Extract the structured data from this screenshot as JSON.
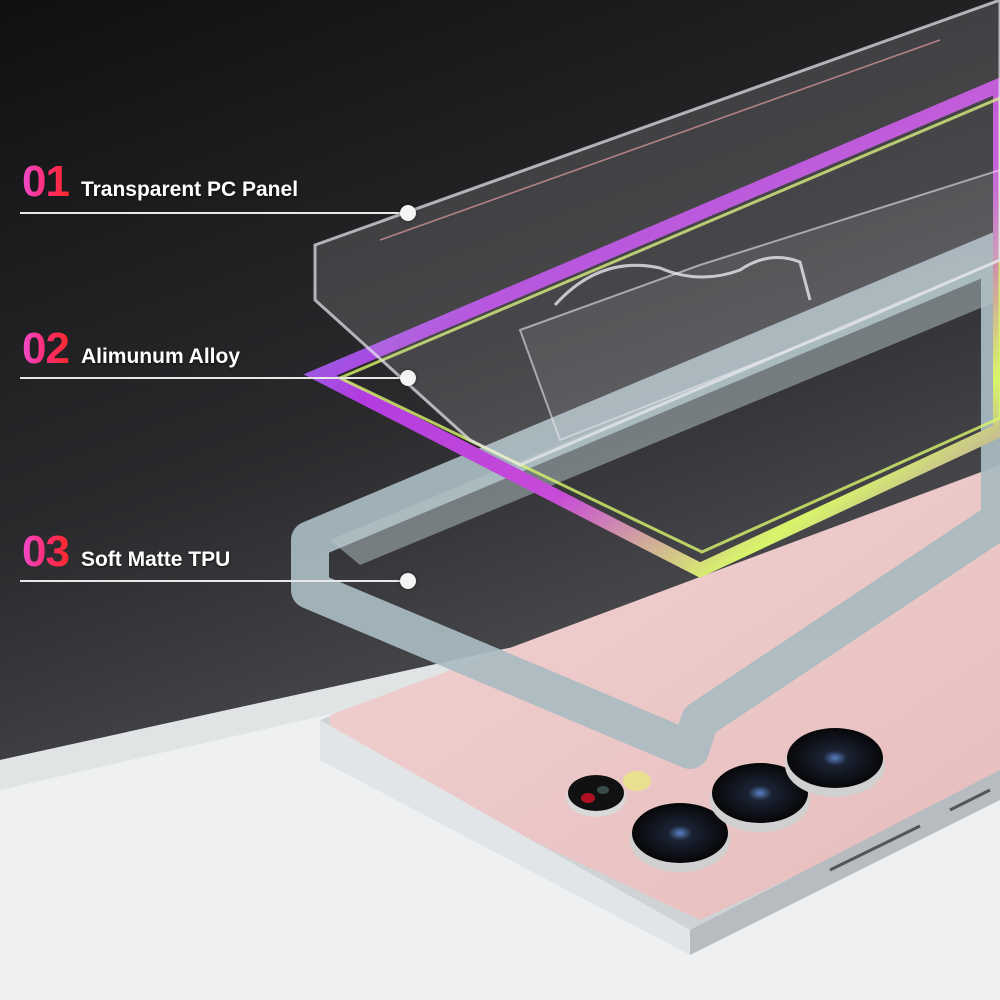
{
  "layers": [
    {
      "number": "01",
      "title": "Transparent PC Panel"
    },
    {
      "number": "02",
      "title": "Alimunum Alloy"
    },
    {
      "number": "03",
      "title": "Soft Matte TPU"
    }
  ],
  "colors": {
    "number_gradient_start": "#f04bd0",
    "number_gradient_end": "#ff2a2a",
    "background_dark": "#1a1a1c",
    "floor": "#eef0f1",
    "phone_back": "#eec9c9",
    "tpu_frame": "#a9bcc2",
    "alloy_purple": "#b23ce0",
    "alloy_green": "#d8f56a",
    "alloy_cyan": "#3fd9f0"
  },
  "phone": {
    "camera_count": 3,
    "flash": "yellow",
    "sensor": "red"
  }
}
